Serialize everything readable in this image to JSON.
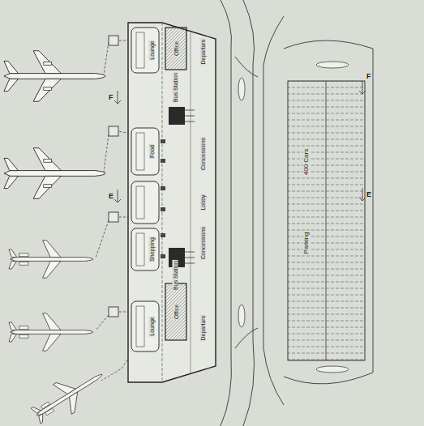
{
  "diagram": {
    "nodes": [
      {
        "text": [
          "Lounge"
        ]
      },
      {
        "text": [
          "Office"
        ]
      },
      {
        "text": [
          "Departure"
        ]
      },
      {
        "text": [
          "Bus Station"
        ]
      },
      {
        "text": [
          "Food"
        ]
      },
      {
        "text": [
          "Concessions"
        ]
      },
      {
        "text": [
          "Lobby"
        ]
      },
      {
        "text": [
          "Shopping"
        ]
      },
      {
        "text": [
          "Concessions"
        ]
      },
      {
        "text": [
          "Bus Station"
        ]
      },
      {
        "text": [
          "Lounge"
        ]
      },
      {
        "text": [
          "Office"
        ]
      },
      {
        "text": [
          "Departure"
        ]
      },
      {
        "text": [
          "400 Cars",
          "Parking"
        ]
      }
    ],
    "labels": [
      "F",
      "E",
      "F",
      "E"
    ]
  }
}
